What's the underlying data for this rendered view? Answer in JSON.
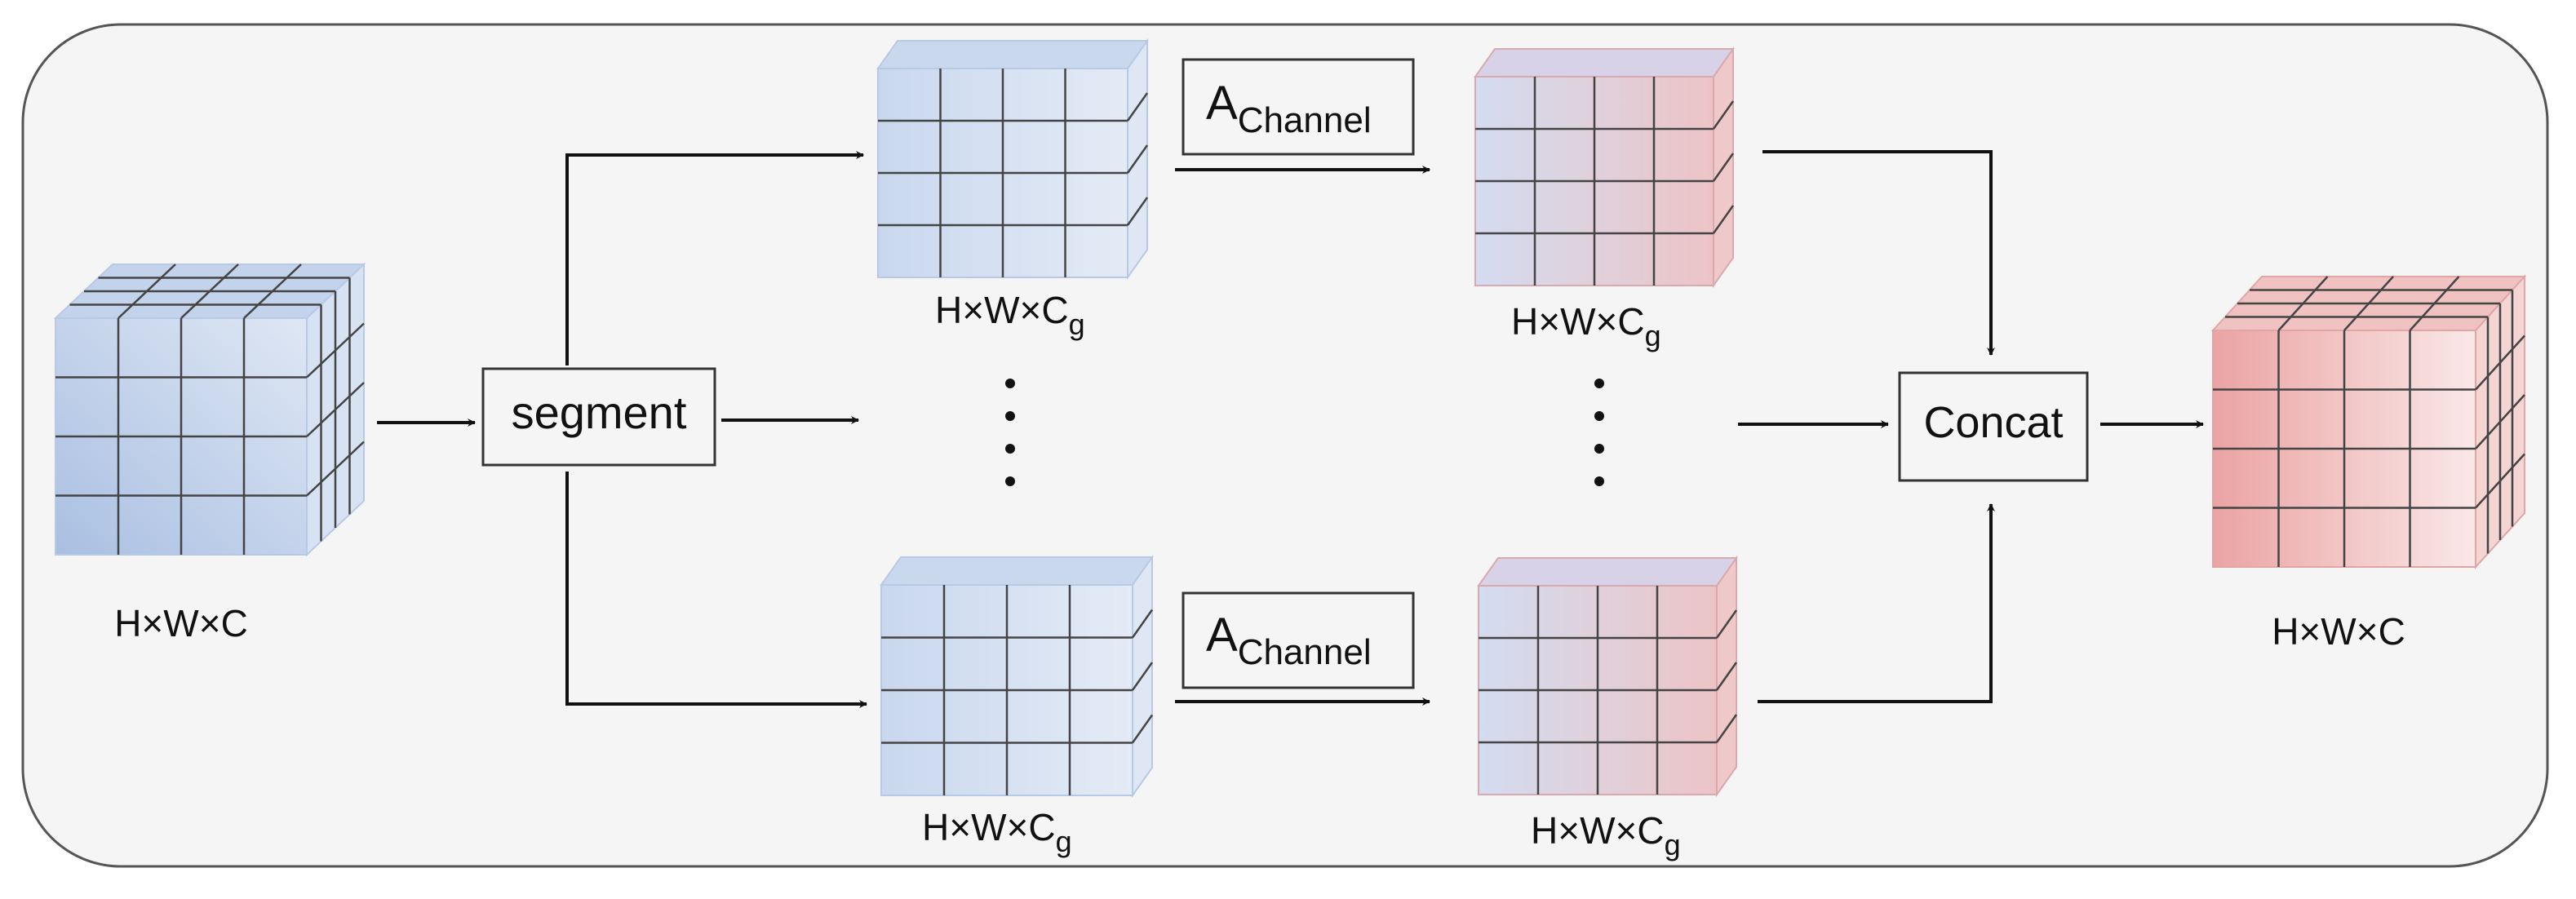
{
  "diagram": {
    "input_label": "H×W×C",
    "output_label": "H×W×C",
    "group_label_main": "H×W×C",
    "group_label_sub": "g",
    "segment_label": "segment",
    "concat_label": "Concat",
    "attention_main": "A",
    "attention_sub": "Channel",
    "ellipsis_count": 4
  },
  "colors": {
    "panel_fill": "#f5f5f5",
    "panel_stroke": "#555555",
    "blue_front_light": "#dfe7f4",
    "blue_front_dark": "#a9bfe2",
    "pink_front_light": "#f6dede",
    "pink_front_dark": "#e9a1a1",
    "grid_line": "#444444",
    "arrow": "#111111"
  }
}
